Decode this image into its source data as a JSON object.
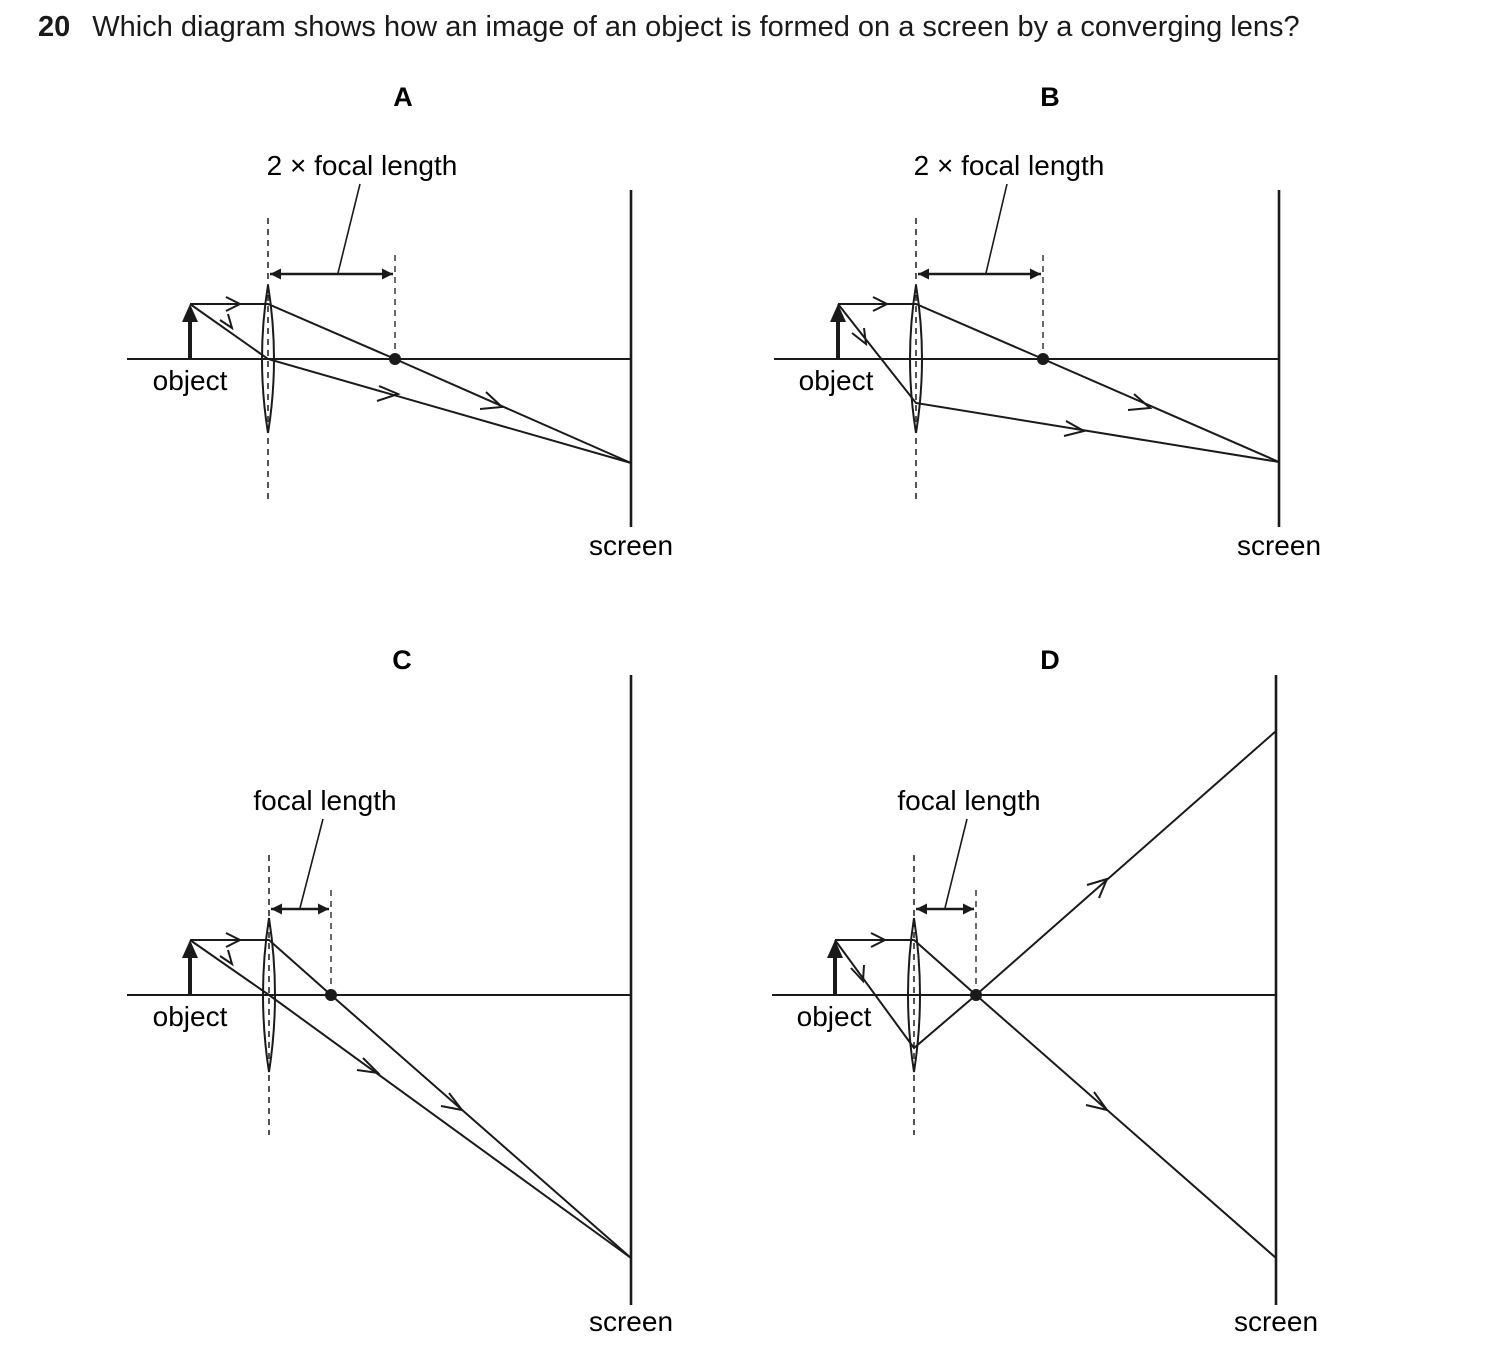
{
  "question": {
    "number": "20",
    "text": "Which diagram shows how an image of an object is formed on a screen by a converging lens?"
  },
  "labels": {
    "object": "object",
    "screen": "screen",
    "two_focal_length": "2 × focal length",
    "focal_length": "focal length"
  },
  "options": [
    {
      "letter": "A",
      "length_label": "2 × focal length"
    },
    {
      "letter": "B",
      "length_label": "2 × focal length"
    },
    {
      "letter": "C",
      "length_label": "focal length"
    },
    {
      "letter": "D",
      "length_label": "focal length"
    }
  ]
}
